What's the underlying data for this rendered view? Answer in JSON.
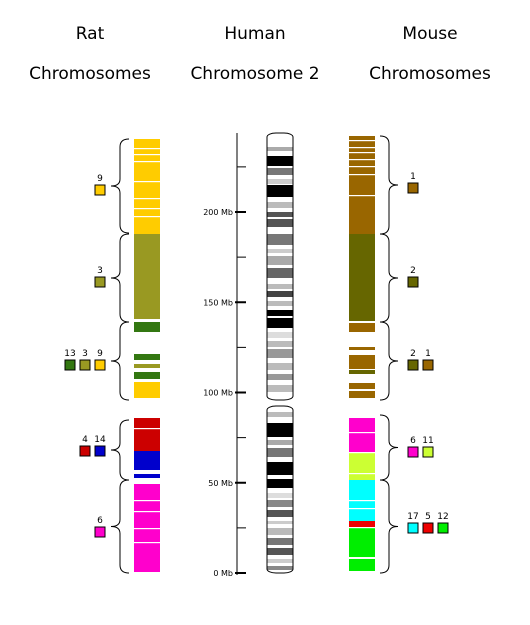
{
  "headers": {
    "rat_line1": "Rat",
    "rat_line2": "Chromosomes",
    "human_line1": "Human",
    "human_line2": "Chromosome 2",
    "mouse_line1": "Mouse",
    "mouse_line2": "Chromosomes"
  },
  "axis": {
    "ticks": [
      {
        "value": 200,
        "label": "200 Mb"
      },
      {
        "value": 150,
        "label": "150 Mb"
      },
      {
        "value": 100,
        "label": "100 Mb"
      },
      {
        "value": 50,
        "label": "50 Mb"
      },
      {
        "value": 0,
        "label": "0 Mb"
      }
    ]
  },
  "colors": {
    "rat9": "#ffcc00",
    "rat3": "#999922",
    "rat13": "#337711",
    "rat4": "#cc0000",
    "rat14": "#0000cc",
    "rat6": "#ff00cc",
    "mouse1": "#996600",
    "mouse2": "#666600",
    "mouse6": "#ff00cc",
    "mouse11": "#ccff33",
    "mouse17": "#00ffff",
    "mouse5": "#ee0000",
    "mouse12": "#00ee00"
  },
  "rat_groups": [
    {
      "labels": [
        "9"
      ],
      "colors": [
        "rat9"
      ]
    },
    {
      "labels": [
        "3"
      ],
      "colors": [
        "rat3"
      ]
    },
    {
      "labels": [
        "13",
        "3",
        "9"
      ],
      "colors": [
        "rat13",
        "rat3",
        "rat9"
      ]
    },
    {
      "labels": [
        "4",
        "14"
      ],
      "colors": [
        "rat4",
        "rat14"
      ]
    },
    {
      "labels": [
        "6"
      ],
      "colors": [
        "rat6"
      ]
    }
  ],
  "mouse_groups": [
    {
      "labels": [
        "1"
      ],
      "colors": [
        "mouse1"
      ]
    },
    {
      "labels": [
        "2"
      ],
      "colors": [
        "mouse2"
      ]
    },
    {
      "labels": [
        "2",
        "1"
      ],
      "colors": [
        "mouse2",
        "mouse1"
      ]
    },
    {
      "labels": [
        "6",
        "11"
      ],
      "colors": [
        "mouse6",
        "mouse11"
      ]
    },
    {
      "labels": [
        "17",
        "5",
        "12"
      ],
      "colors": [
        "mouse17",
        "mouse5",
        "mouse12"
      ]
    }
  ]
}
